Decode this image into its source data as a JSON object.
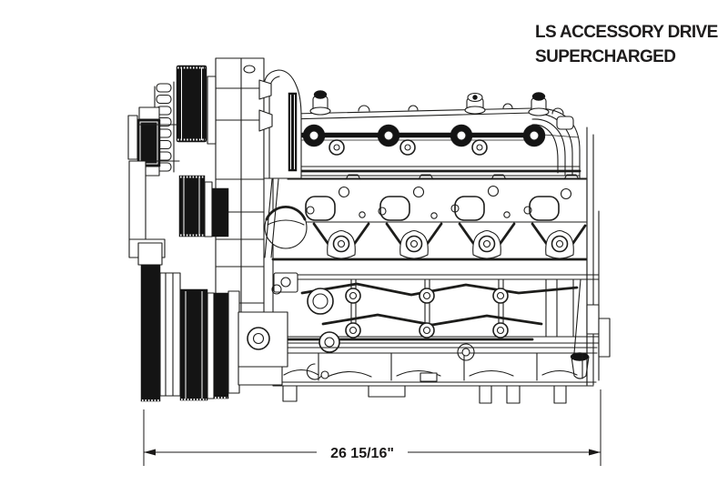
{
  "title": {
    "line1": "LS ACCESSORY DRIVE",
    "line2": "SUPERCHARGED"
  },
  "dimension": {
    "label": "26 15/16\""
  },
  "colors": {
    "background": "#ffffff",
    "line": "#1d1d1b",
    "dark_fill": "#141414",
    "text": "#1e1c1c"
  },
  "drawing": {
    "type": "technical-line-drawing",
    "subject": "side profile of supercharged LS engine long block with front accessory drive",
    "parts": [
      "supercharger-drive-pulley",
      "tensioner-clutch-gear",
      "idler-pulley",
      "crankshaft-pulley",
      "front-drive-bracket",
      "valve-cover",
      "fuel-rail",
      "cylinder-head",
      "exhaust-ports",
      "engine-block",
      "oil-pan",
      "dimension-line"
    ]
  }
}
